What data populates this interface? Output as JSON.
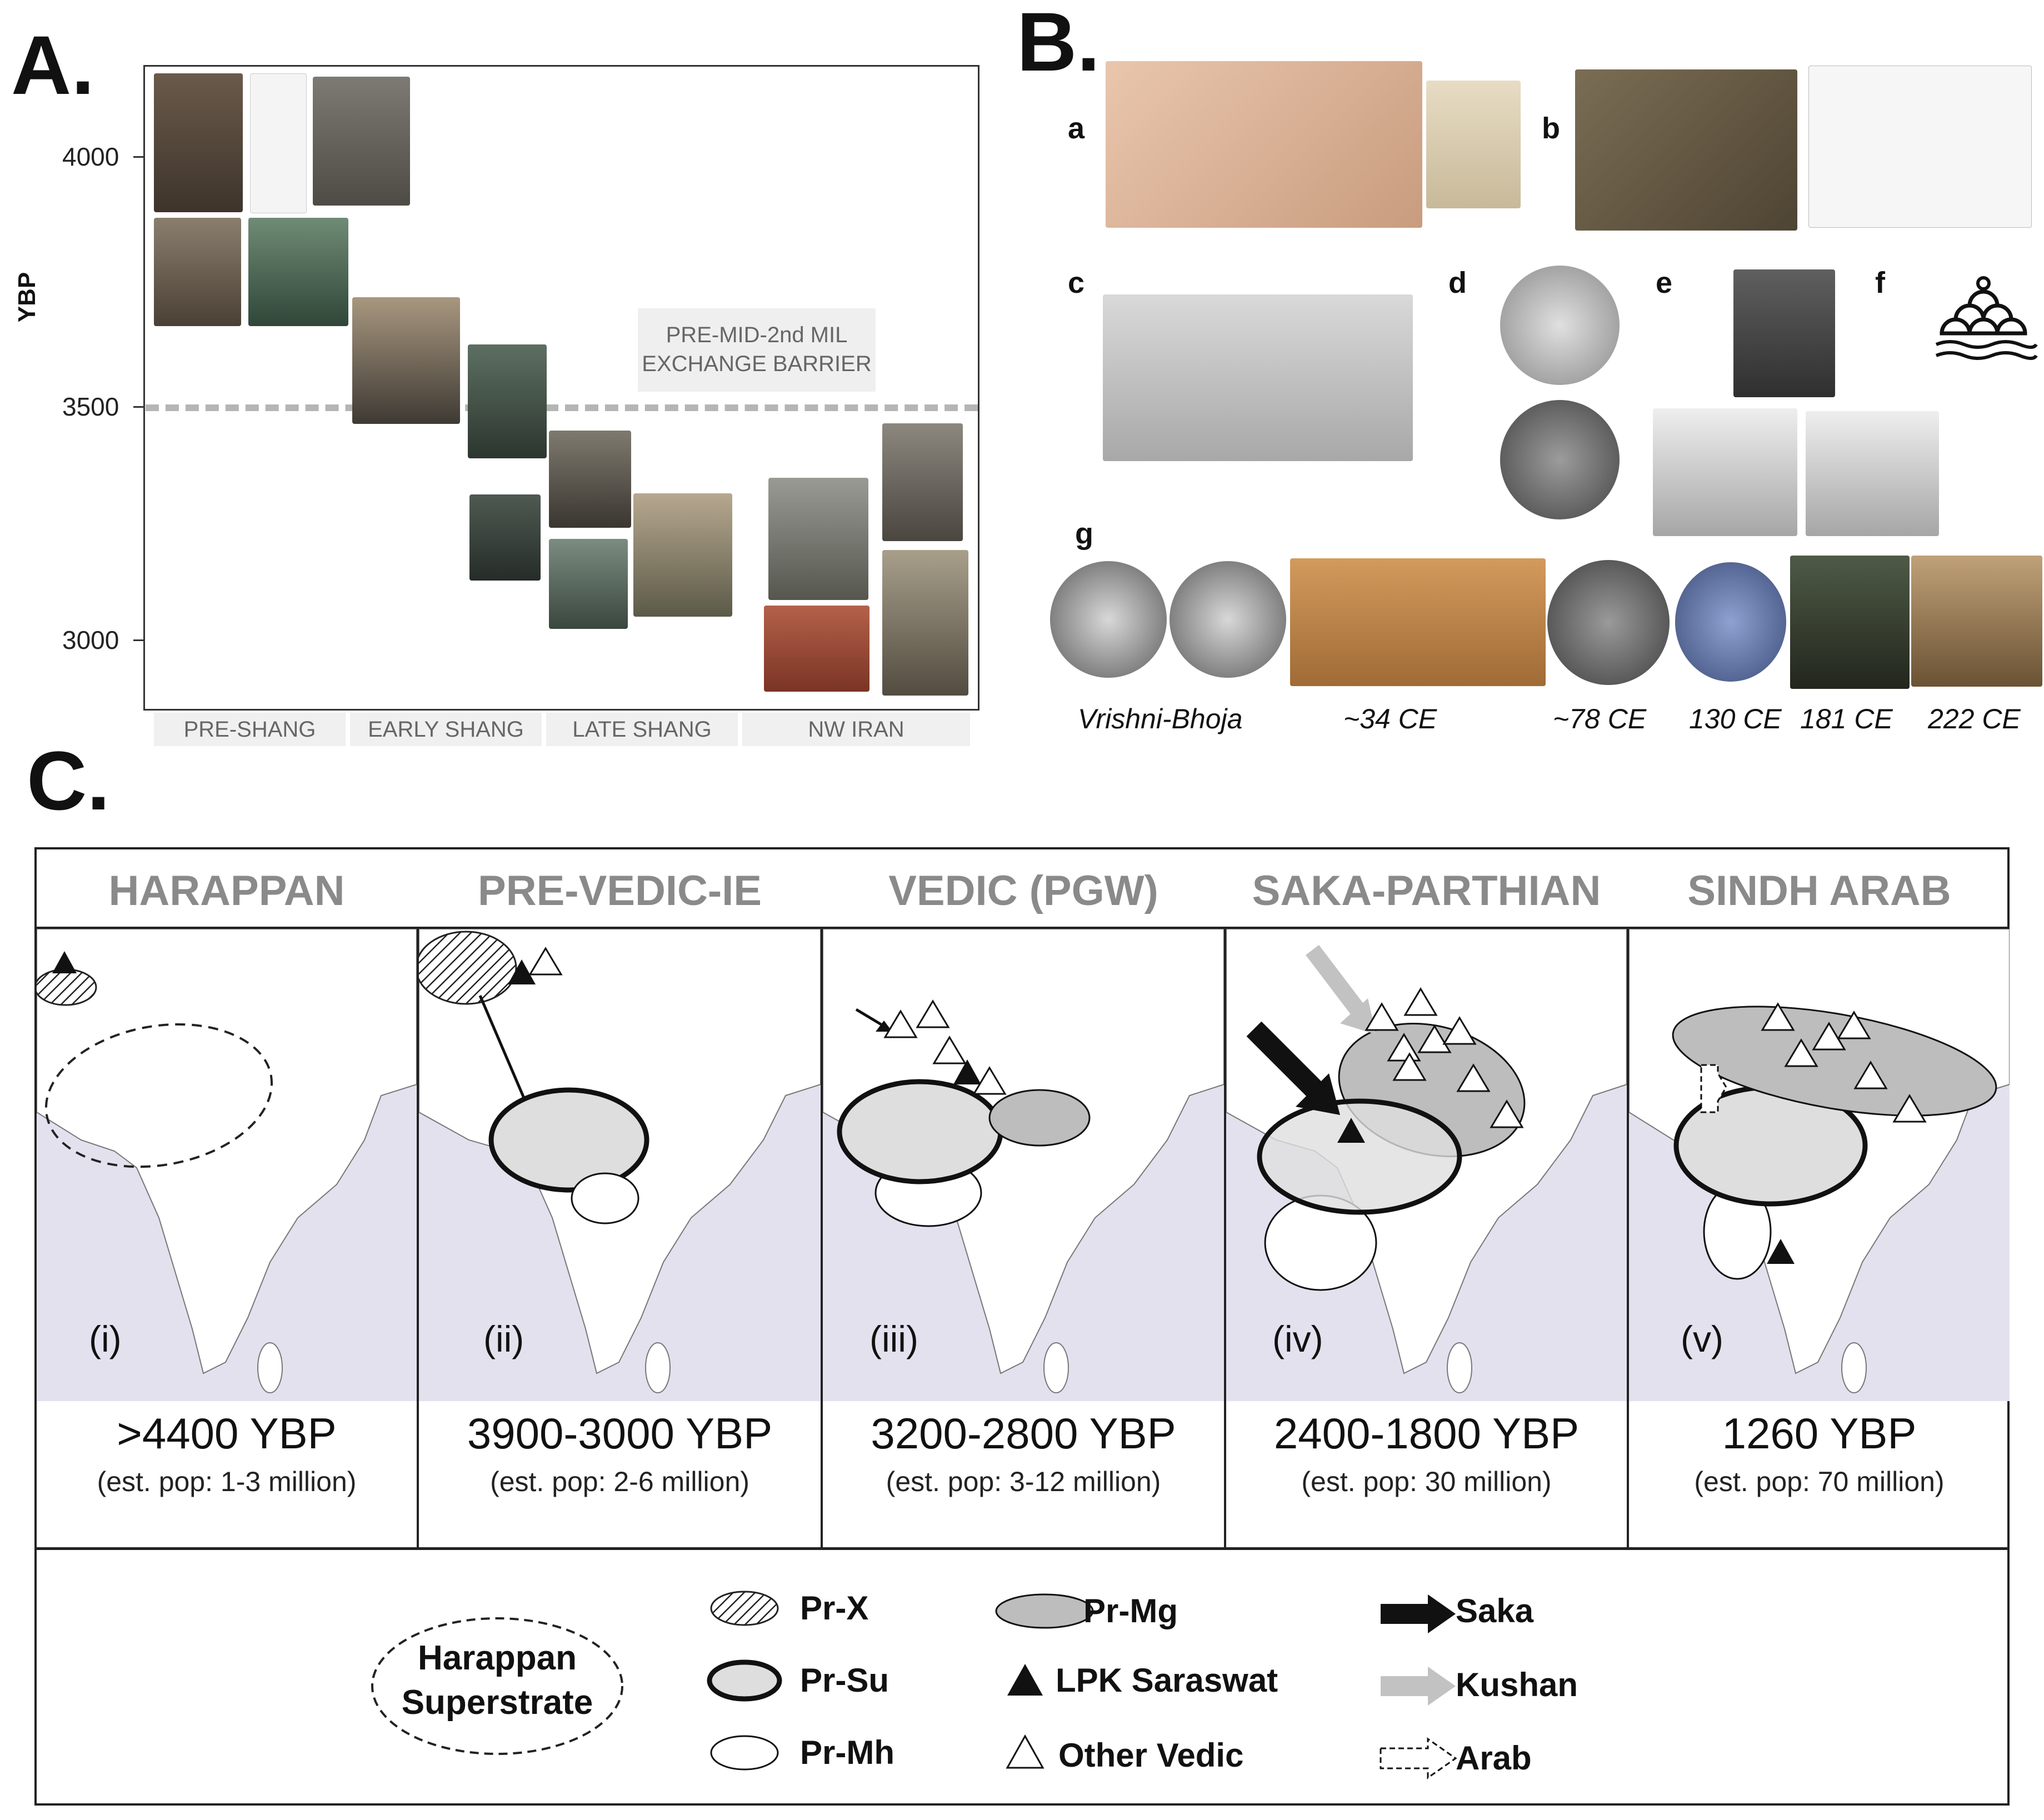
{
  "panels": {
    "a": "A.",
    "b": "B.",
    "c": "C."
  },
  "panel_a": {
    "ylabel": "YBP",
    "ticks": [
      "4000",
      "3500",
      "3000"
    ],
    "barrier_label_line1": "PRE-MID-2nd MIL",
    "barrier_label_line2": "EXCHANGE BARRIER",
    "periods": [
      "PRE-SHANG",
      "EARLY SHANG",
      "LATE SHANG",
      "NW IRAN"
    ]
  },
  "panel_b": {
    "sublabels": [
      "a",
      "b",
      "c",
      "d",
      "e",
      "f",
      "g"
    ],
    "coin_dates": [
      "Vrishni-Bhoja",
      "~34 CE",
      "~78 CE",
      "130 CE",
      "181 CE",
      "222 CE"
    ]
  },
  "panel_c": {
    "eras": [
      {
        "title": "HARAPPAN",
        "roman": "(i)",
        "date": ">4400 YBP",
        "pop": "(est. pop: 1-3 million)"
      },
      {
        "title": "PRE-VEDIC-IE",
        "roman": "(ii)",
        "date": "3900-3000 YBP",
        "pop": "(est. pop: 2-6 million)"
      },
      {
        "title": "VEDIC (PGW)",
        "roman": "(iii)",
        "date": "3200-2800 YBP",
        "pop": "(est. pop: 3-12 million)"
      },
      {
        "title": "SAKA-PARTHIAN",
        "roman": "(iv)",
        "date": "2400-1800 YBP",
        "pop": "(est. pop: 30 million)"
      },
      {
        "title": "SINDH ARAB",
        "roman": "(v)",
        "date": "1260 YBP",
        "pop": "(est. pop: 70 million)"
      }
    ],
    "legend": {
      "harappan_line1": "Harappan",
      "harappan_line2": "Superstrate",
      "prx": "Pr-X",
      "prsu": "Pr-Su",
      "prmh": "Pr-Mh",
      "prmg": "Pr-Mg",
      "lpk": "LPK Saraswat",
      "vedic": "Other Vedic",
      "saka": "Saka",
      "kushan": "Kushan",
      "arab": "Arab"
    }
  },
  "colors": {
    "sea": "#e3e1ee",
    "grey_fill": "#bdbdbd",
    "light_fill": "#dedede",
    "dash": "#b5b5b5"
  }
}
